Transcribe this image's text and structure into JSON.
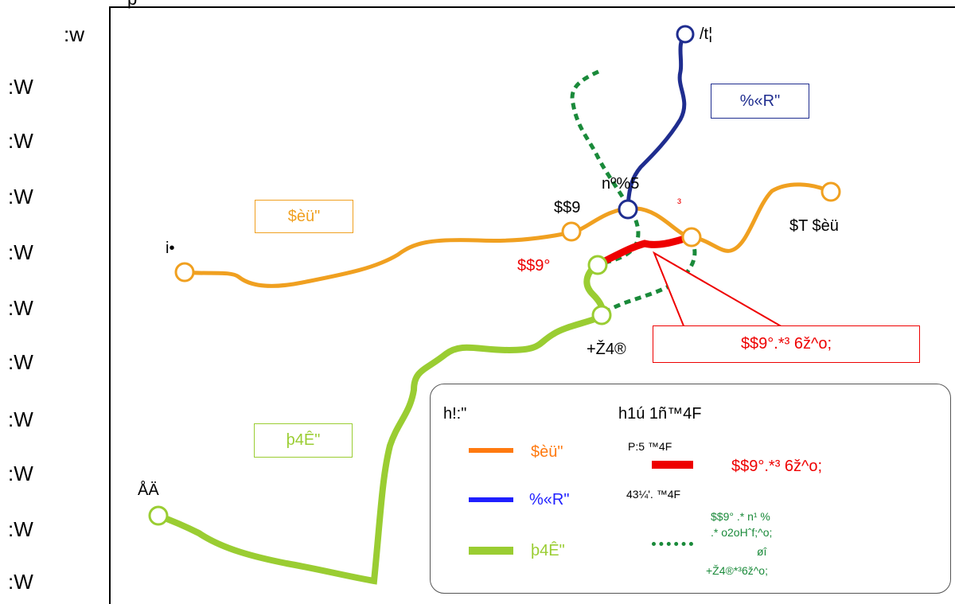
{
  "y_axis": {
    "top_label": ":w",
    "labels": [
      ":W",
      ":W",
      ":W",
      ":W",
      ":W",
      ":W",
      ":W",
      ":W",
      ":W",
      ":W"
    ]
  },
  "top_left_fragment": "p",
  "colors": {
    "orange_line": "#f0a020",
    "blue_line": "#1f2d8f",
    "green_line": "#9acd32",
    "dotted_green": "#1a8a3a",
    "red_line": "#ee0000",
    "legend_orange": "#ff7a10",
    "legend_blue": "#1f1fff"
  },
  "line_boxes": {
    "orange": "$èü\"",
    "blue": "%«R\"",
    "green": "þ4Ê\""
  },
  "stations": {
    "north_end": "/t¦",
    "junction": "nº%5",
    "orange_mid": "$$9",
    "red_superscript": "³",
    "east_end": "$T $èü",
    "west_end": "i•",
    "red_station": "$$9°",
    "green_mid": "+Ž4®",
    "southwest_end": "ÅÄ"
  },
  "callout": "$$9°.*³ 6ž^o;",
  "legend": {
    "header_left": "h!:\"",
    "header_right": "h1ú 1ñ™4F",
    "items_left": [
      {
        "label": "$èü\"",
        "color_key": "legend_orange",
        "icon": "solid-line"
      },
      {
        "label": "%«R\"",
        "color_key": "legend_blue",
        "icon": "solid-line"
      },
      {
        "label": "þ4Ê\"",
        "color_key": "green_line",
        "icon": "thick-line"
      }
    ],
    "red_caption": "P:5 ™4F",
    "red_label": "$$9°.*³ 6ž^o;",
    "dotted_caption": "43¼'­. ™4F",
    "dotted_label_lines": [
      "$$9° .* n¹      %",
      ".* o2oHˆf;^o;",
      "øî",
      "+Ž4®*³6ž^o;"
    ]
  }
}
